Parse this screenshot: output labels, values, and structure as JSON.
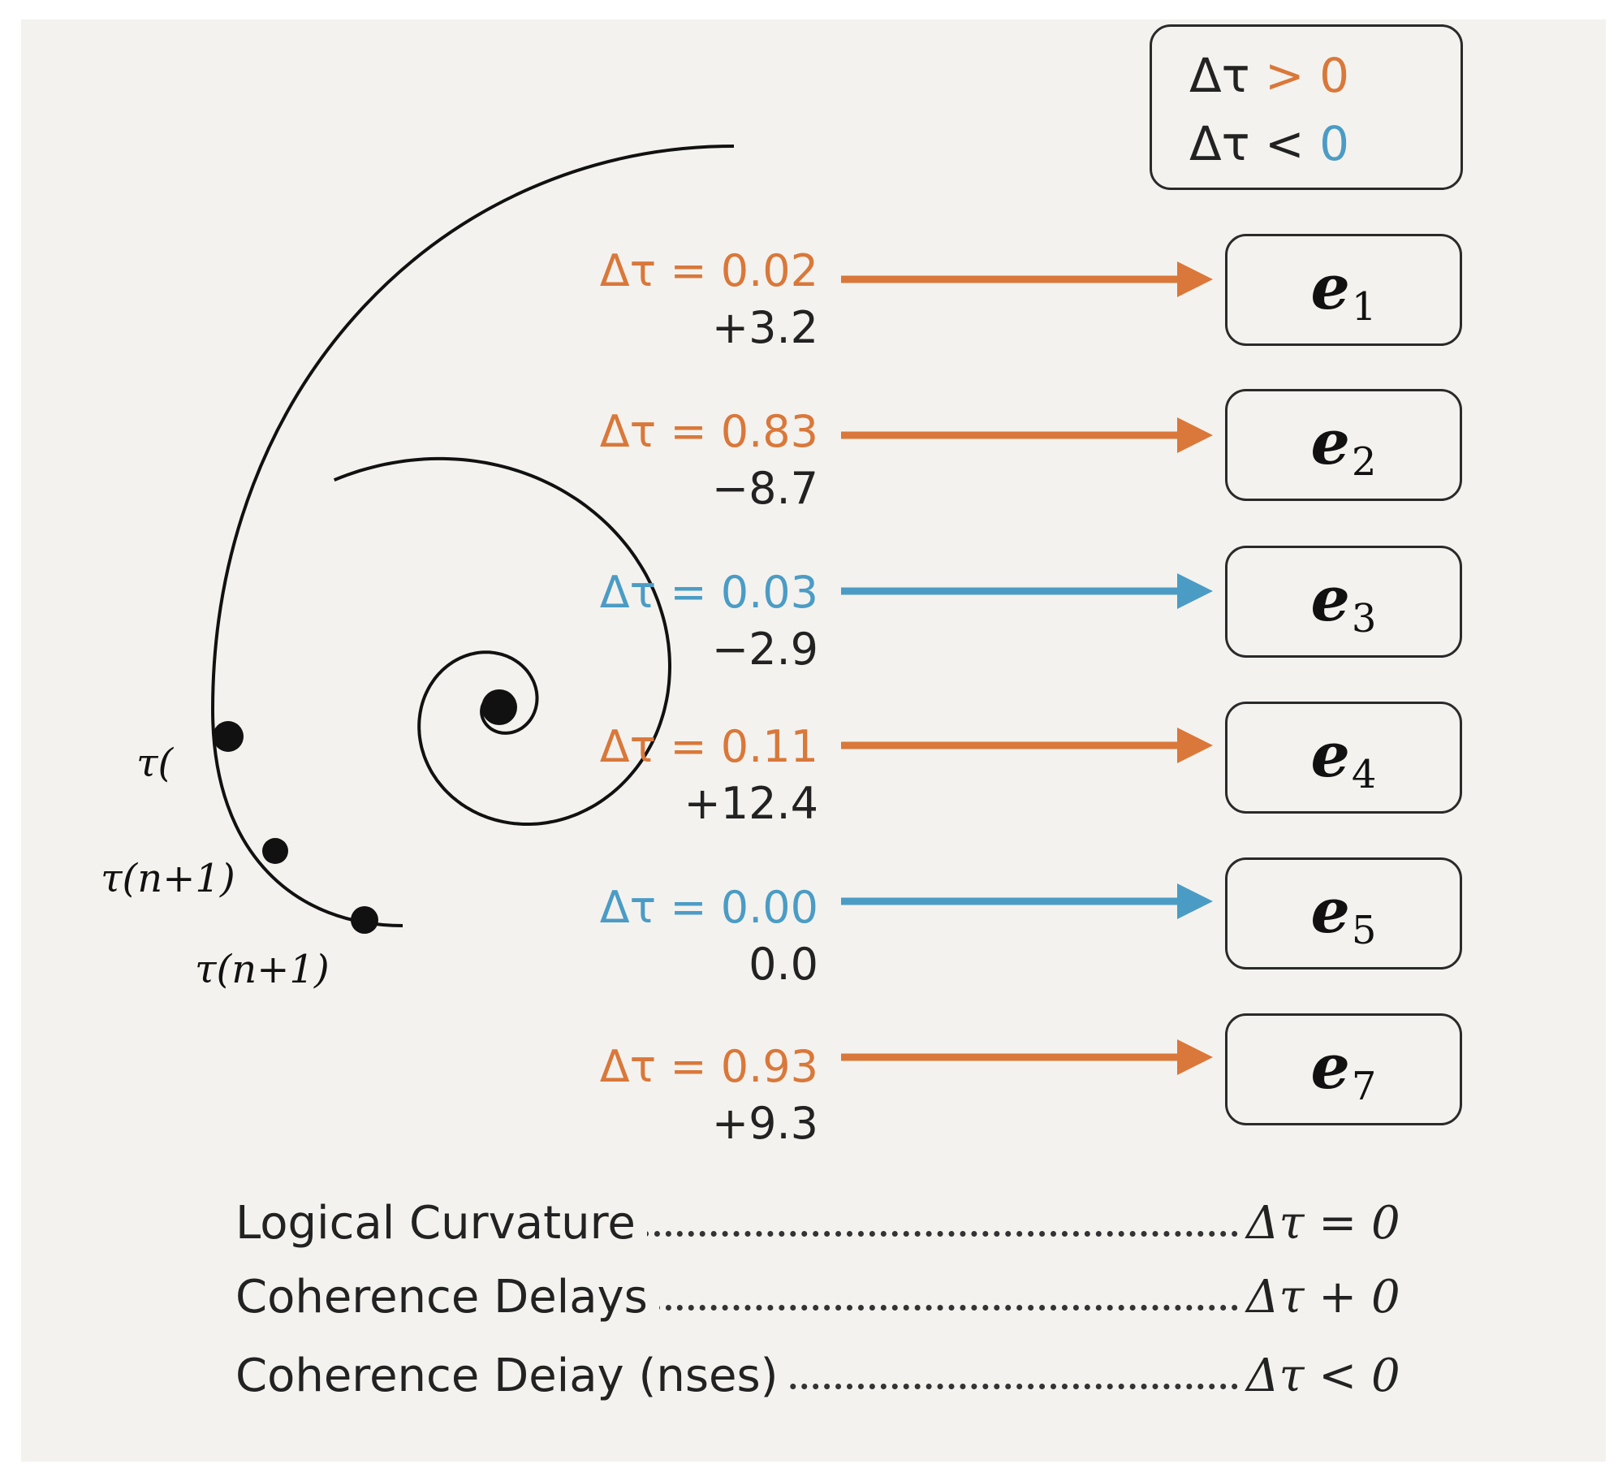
{
  "legend": {
    "positive": {
      "lhs": "Δτ",
      "op": ">",
      "rhs": "0"
    },
    "negative": {
      "lhs": "Δτ",
      "op": "<",
      "rhs": "0"
    }
  },
  "rows": [
    {
      "delta": "Δτ = 0.02",
      "value": "+3.2",
      "node": "e",
      "sub": "1",
      "color": "orange"
    },
    {
      "delta": "Δτ = 0.83",
      "value": "−8.7",
      "node": "e",
      "sub": "2",
      "color": "orange"
    },
    {
      "delta": "Δτ = 0.03",
      "value": "−2.9",
      "node": "e",
      "sub": "3",
      "color": "blue"
    },
    {
      "delta": "Δτ = 0.11",
      "value": "+12.4",
      "node": "e",
      "sub": "4",
      "color": "orange"
    },
    {
      "delta": "Δτ = 0.00",
      "value": "0.0",
      "node": "e",
      "sub": "5",
      "color": "blue"
    },
    {
      "delta": "Δτ = 0.93",
      "value": "+9.3",
      "node": "e",
      "sub": "7",
      "color": "orange"
    }
  ],
  "spiral_labels": [
    "τ(",
    "τ(n+1)",
    "τ(n+1)"
  ],
  "summary": [
    {
      "label": "Logical Curvature",
      "value": "Δτ = 0"
    },
    {
      "label": "Coherence Delays",
      "value": "Δτ + 0"
    },
    {
      "label": "Coherence Deiay (nses)",
      "value": "Δτ < 0"
    }
  ],
  "colors": {
    "orange": "#d9783a",
    "blue": "#4b9cc5",
    "ink": "#111111",
    "background": "#f4f2ee"
  }
}
